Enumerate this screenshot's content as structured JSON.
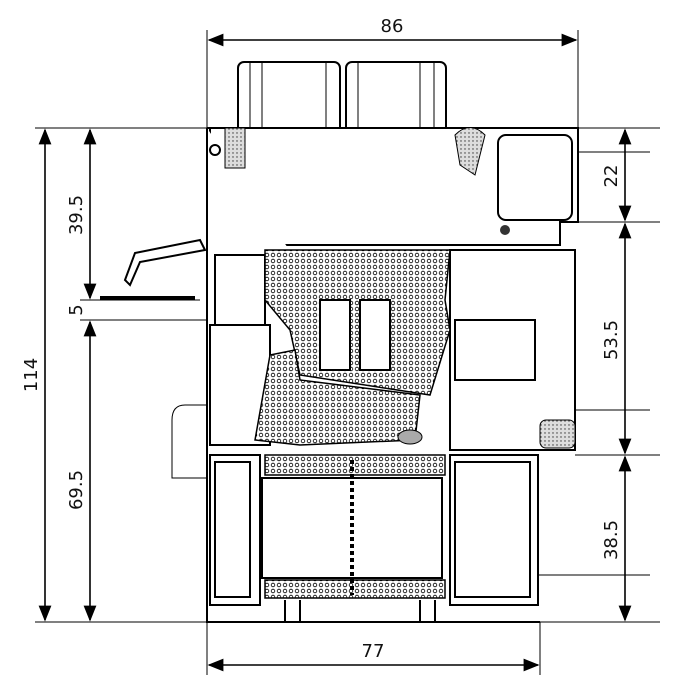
{
  "dimensions": {
    "overall_width": "86",
    "sash_width": "77",
    "overall_height": "114",
    "upper_left": "39.5",
    "gap_left": "5",
    "lower_left": "69.5",
    "top_right": "22",
    "middle_right": "53.5",
    "bottom_right": "38.5"
  },
  "colors": {
    "line": "#000000",
    "background": "#ffffff",
    "gasket": "#bdbdbd"
  }
}
